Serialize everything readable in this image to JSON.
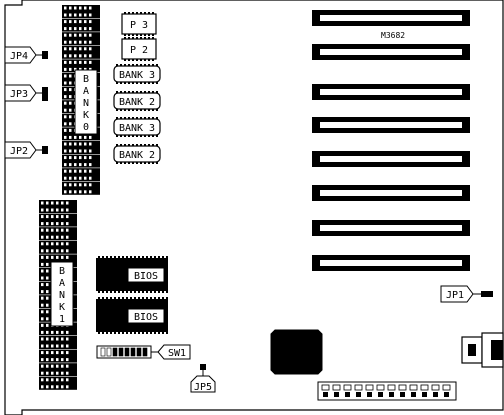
{
  "board": {
    "model_label": "M3682",
    "jumpers": {
      "jp1": "JP1",
      "jp2": "JP2",
      "jp3": "JP3",
      "jp4": "JP4",
      "jp5": "JP5"
    },
    "switch_label": "SW1",
    "bank0_letters": [
      "B",
      "A",
      "N",
      "K",
      "0"
    ],
    "bank1_letters": [
      "B",
      "A",
      "N",
      "K",
      "1"
    ],
    "bank_labels": [
      "BANK 3",
      "BANK 2",
      "BANK 3",
      "BANK 2"
    ],
    "p_labels": [
      "P 3",
      "P 2"
    ],
    "bios_labels": [
      "BIOS",
      "BIOS"
    ]
  }
}
